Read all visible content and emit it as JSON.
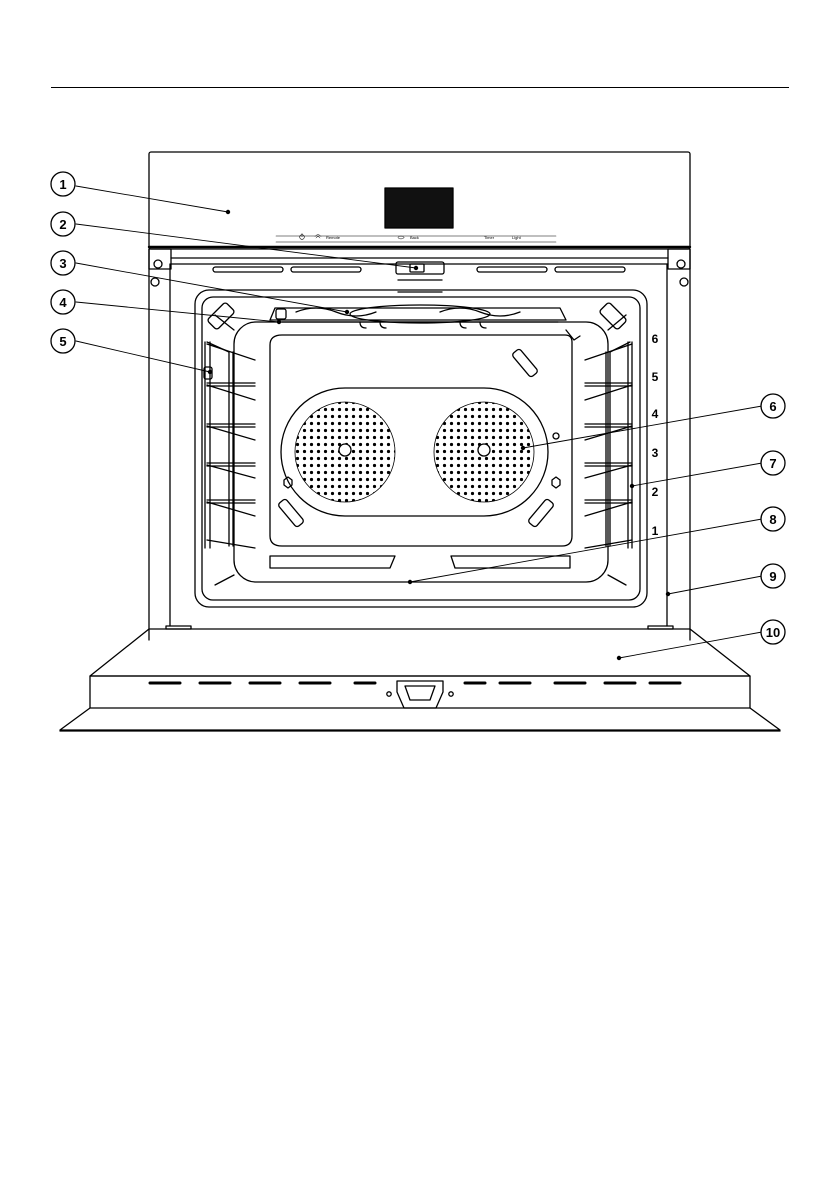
{
  "callouts": [
    "1",
    "2",
    "3",
    "4",
    "5",
    "6",
    "7",
    "8",
    "9",
    "10"
  ],
  "rack_levels": [
    "6",
    "5",
    "4",
    "3",
    "2",
    "1"
  ],
  "control_panel": {
    "labels": [
      "Remote",
      "Back",
      "Timer",
      "Light"
    ],
    "icons": [
      "power-icon",
      "wifi-icon",
      "back-icon"
    ]
  },
  "colors": {
    "line": "#000000",
    "display": "#111111",
    "background": "#ffffff"
  }
}
